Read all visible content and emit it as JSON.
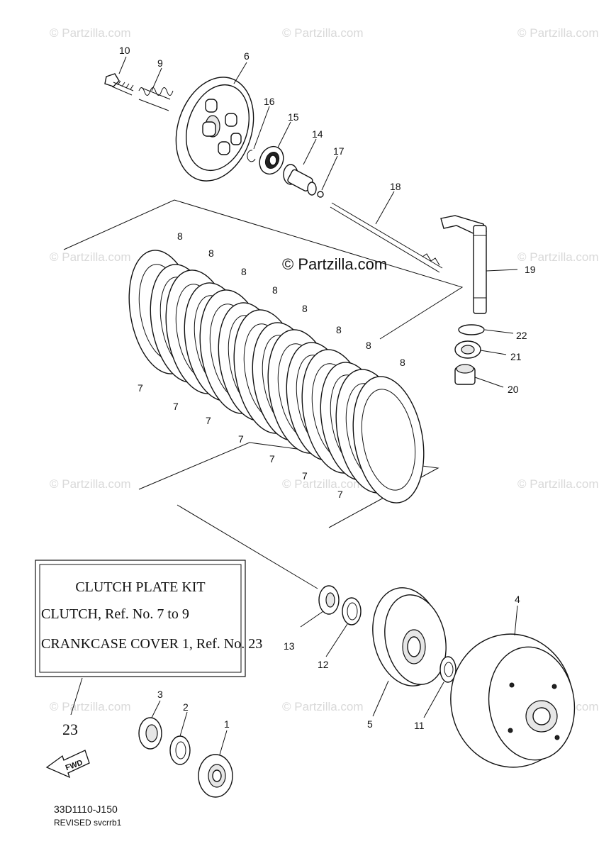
{
  "watermark": "© Partzilla.com",
  "copyright": "© Partzilla.com",
  "callouts": {
    "c1": "1",
    "c2": "2",
    "c3": "3",
    "c4": "4",
    "c5": "5",
    "c6": "6",
    "c7": "7",
    "c8": "8",
    "c9": "9",
    "c10": "10",
    "c11": "11",
    "c12": "12",
    "c13": "13",
    "c14": "14",
    "c15": "15",
    "c16": "16",
    "c17": "17",
    "c18": "18",
    "c19": "19",
    "c20": "20",
    "c21": "21",
    "c22": "22",
    "c23": "23"
  },
  "kit": {
    "title": "CLUTCH PLATE KIT",
    "line1": "CLUTCH, Ref. No. 7 to 9",
    "line2": "CRANKCASE COVER 1, Ref. No. 23"
  },
  "fwd_label": "FWD",
  "diagram_code": "33D1110-J150",
  "revised": "REVISED svcrrb1"
}
